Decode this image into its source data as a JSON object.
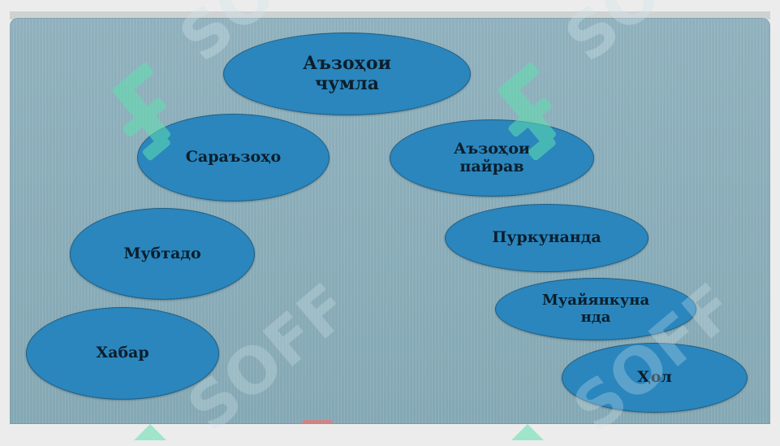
{
  "diagram": {
    "nodes": [
      {
        "id": "root",
        "label": "Аъзоҳои\nчумла"
      },
      {
        "id": "secondary",
        "label": "Сараъзоҳо"
      },
      {
        "id": "dependent",
        "label": "Аъзоҳои\nпайрав"
      },
      {
        "id": "subject",
        "label": "Мубтадо"
      },
      {
        "id": "predicate",
        "label": "Хабар"
      },
      {
        "id": "object",
        "label": "Пуркунанда"
      },
      {
        "id": "attribute",
        "label": "Муайянкуна\nнда"
      },
      {
        "id": "adverbial",
        "label": "Ҳол"
      }
    ]
  },
  "watermark": {
    "text": "SOFF"
  },
  "colors": {
    "ellipse_fill": "#2a86bd",
    "ellipse_border": "#1f5f86",
    "slide_background": "#87aab6",
    "text": "#0c1e2c",
    "watermark": "#5fe0b0"
  }
}
